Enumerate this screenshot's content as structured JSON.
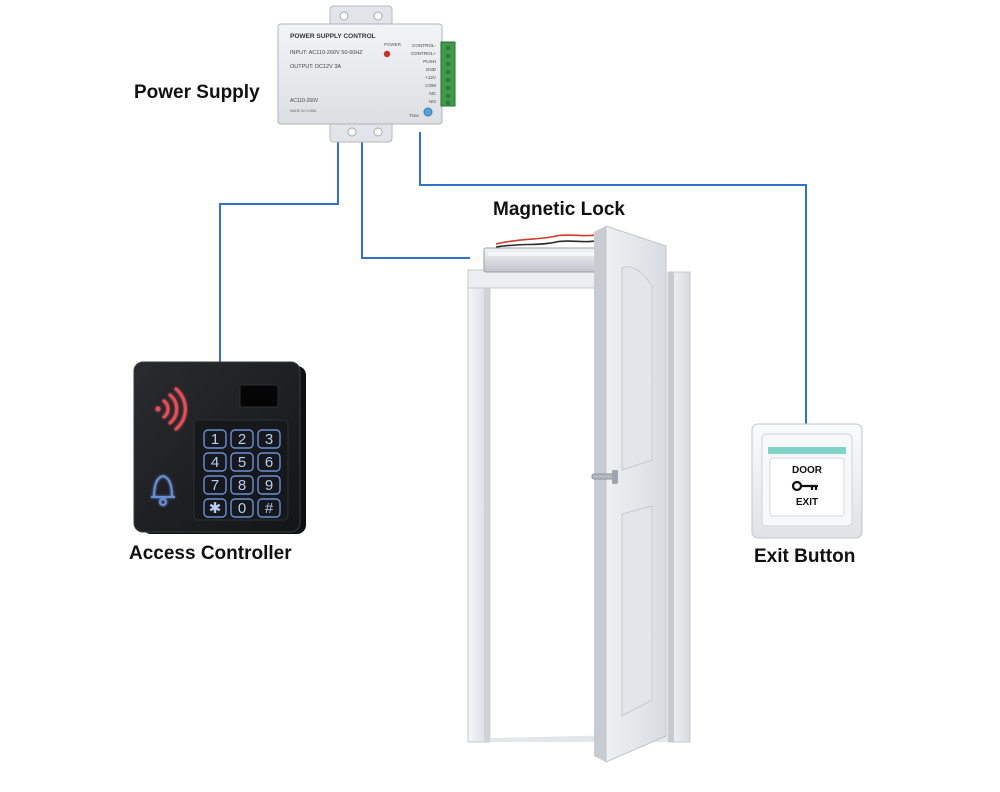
{
  "labels": {
    "power_supply": "Power Supply",
    "magnetic_lock": "Magnetic Lock",
    "access_controller": "Access Controller",
    "exit_button": "Exit Button"
  },
  "power_supply_unit": {
    "header": "POWER SUPPLY CONTROL",
    "input": "INPUT: AC110-260V 50-60HZ",
    "output": "OUTPUT: DC12V 3A",
    "power_led_label": "POWER",
    "voltage": "AC110-260V",
    "made_in": "MADE IN CHINA",
    "time_label": "Time",
    "terminals": [
      "CONTROL-",
      "CONTROL+",
      "PUSH",
      "GND",
      "+12V",
      "COM",
      "NC",
      "NO"
    ]
  },
  "keypad": {
    "keys": [
      "1",
      "2",
      "3",
      "4",
      "5",
      "6",
      "7",
      "8",
      "9",
      "✱",
      "0",
      "#"
    ]
  },
  "exit_plate": {
    "top_text": "DOOR",
    "bottom_text": "EXIT"
  },
  "colors": {
    "wire": "#2f72c6",
    "keypad_glow": "#6b8fd9",
    "rfid_icon": "#e2505a",
    "plate_stripe": "#7fd3c8"
  }
}
